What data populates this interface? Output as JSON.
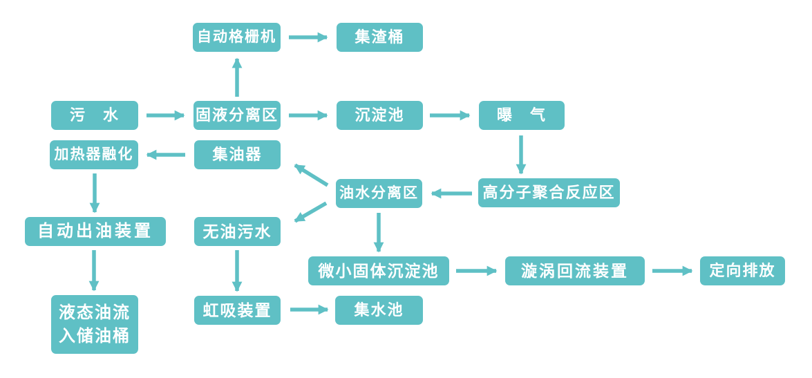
{
  "diagram": {
    "type": "flowchart",
    "language": "zh-CN",
    "colors": {
      "accent": "#5fc0c5",
      "text_on_accent": "#ffffff",
      "background": "#ffffff"
    },
    "nodes": [
      {
        "id": "sewage",
        "label": "污　水"
      },
      {
        "id": "solid-liquid-separation",
        "label": "固液分离区"
      },
      {
        "id": "auto-grid-machine",
        "label": "自动格栅机"
      },
      {
        "id": "slag-bucket",
        "label": "集渣桶"
      },
      {
        "id": "sedimentation-tank",
        "label": "沉淀池"
      },
      {
        "id": "aeration",
        "label": "曝　气"
      },
      {
        "id": "polymer-reaction-zone",
        "label": "高分子聚合反应区"
      },
      {
        "id": "oil-water-separation",
        "label": "油水分离区"
      },
      {
        "id": "oil-collector",
        "label": "集油器"
      },
      {
        "id": "heater-melting",
        "label": "加热器融化"
      },
      {
        "id": "auto-oil-outlet",
        "label": "自动出油装置"
      },
      {
        "id": "liquid-oil-to-barrel",
        "label": "液态油流\n入储油桶"
      },
      {
        "id": "oil-free-sewage",
        "label": "无油污水"
      },
      {
        "id": "siphon-device",
        "label": "虹吸装置"
      },
      {
        "id": "water-collection-pool",
        "label": "集水池"
      },
      {
        "id": "micro-solid-sedimentation",
        "label": "微小固体沉淀池"
      },
      {
        "id": "vortex-reflux-device",
        "label": "漩涡回流装置"
      },
      {
        "id": "directional-discharge",
        "label": "定向排放"
      }
    ],
    "edges": [
      {
        "from": "sewage",
        "to": "solid-liquid-separation"
      },
      {
        "from": "solid-liquid-separation",
        "to": "auto-grid-machine"
      },
      {
        "from": "auto-grid-machine",
        "to": "slag-bucket"
      },
      {
        "from": "solid-liquid-separation",
        "to": "sedimentation-tank"
      },
      {
        "from": "sedimentation-tank",
        "to": "aeration"
      },
      {
        "from": "aeration",
        "to": "polymer-reaction-zone"
      },
      {
        "from": "polymer-reaction-zone",
        "to": "oil-water-separation"
      },
      {
        "from": "oil-water-separation",
        "to": "oil-collector"
      },
      {
        "from": "oil-collector",
        "to": "heater-melting"
      },
      {
        "from": "heater-melting",
        "to": "auto-oil-outlet"
      },
      {
        "from": "auto-oil-outlet",
        "to": "liquid-oil-to-barrel"
      },
      {
        "from": "oil-water-separation",
        "to": "oil-free-sewage"
      },
      {
        "from": "oil-free-sewage",
        "to": "siphon-device"
      },
      {
        "from": "siphon-device",
        "to": "water-collection-pool"
      },
      {
        "from": "oil-water-separation",
        "to": "micro-solid-sedimentation"
      },
      {
        "from": "micro-solid-sedimentation",
        "to": "vortex-reflux-device"
      },
      {
        "from": "vortex-reflux-device",
        "to": "directional-discharge"
      }
    ]
  }
}
